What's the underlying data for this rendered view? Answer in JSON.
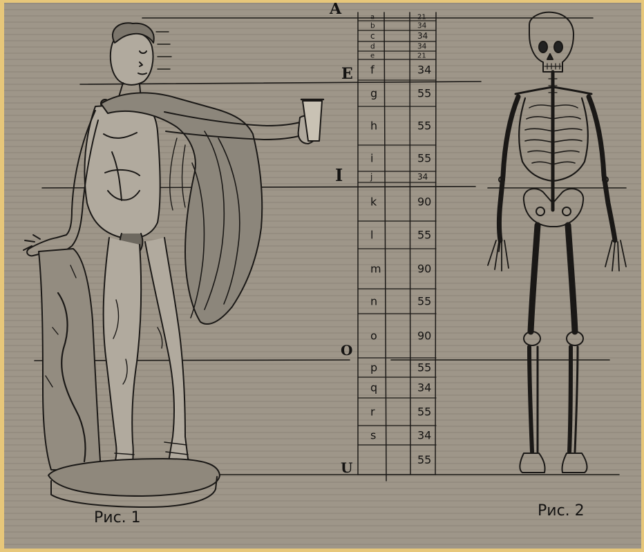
{
  "zone_labels": [
    "A",
    "E",
    "I",
    "O",
    "U"
  ],
  "rows": [
    {
      "letter": "a",
      "value": "21"
    },
    {
      "letter": "b",
      "value": "34"
    },
    {
      "letter": "c",
      "value": "34"
    },
    {
      "letter": "d",
      "value": "34"
    },
    {
      "letter": "e",
      "value": "21"
    },
    {
      "letter": "f",
      "value": "34"
    },
    {
      "letter": "g",
      "value": "55"
    },
    {
      "letter": "h",
      "value": "55"
    },
    {
      "letter": "i",
      "value": "55"
    },
    {
      "letter": "j",
      "value": "34"
    },
    {
      "letter": "k",
      "value": "90"
    },
    {
      "letter": "l",
      "value": "55"
    },
    {
      "letter": "m",
      "value": "90"
    },
    {
      "letter": "n",
      "value": "55"
    },
    {
      "letter": "o",
      "value": "90"
    },
    {
      "letter": "p",
      "value": "55"
    },
    {
      "letter": "q",
      "value": "34"
    },
    {
      "letter": "r",
      "value": "55"
    },
    {
      "letter": "s",
      "value": "34"
    },
    {
      "letter": "",
      "value": "55"
    }
  ],
  "captions": {
    "fig1": "Рис. 1",
    "fig2": "Рис. 2"
  }
}
